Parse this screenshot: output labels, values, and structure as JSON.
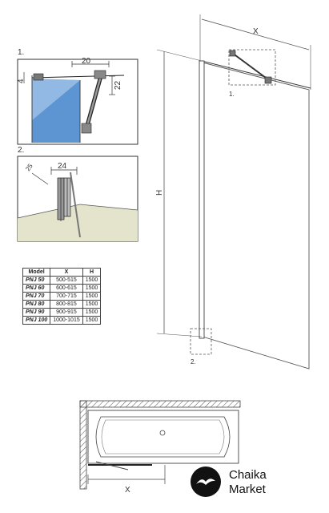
{
  "detail1": {
    "label": "1.",
    "dim_width": "20",
    "dim_height": "22",
    "dim_left": "4"
  },
  "detail2": {
    "label": "2.",
    "dim_width": "24",
    "dim_angle": "25"
  },
  "main": {
    "dim_x": "X",
    "dim_h": "H",
    "callout1": "1.",
    "callout2": "2."
  },
  "plan": {
    "dim_x": "X"
  },
  "table": {
    "headers": [
      "Model",
      "X",
      "H"
    ],
    "rows": [
      [
        "PNJ 50",
        "500-515",
        "1500"
      ],
      [
        "PNJ 60",
        "600-615",
        "1500"
      ],
      [
        "PNJ 70",
        "700-715",
        "1500"
      ],
      [
        "PNJ 80",
        "800-815",
        "1500"
      ],
      [
        "PNJ 90",
        "900-915",
        "1500"
      ],
      [
        "PNJ 100",
        "1000-1015",
        "1500"
      ]
    ]
  },
  "brand": {
    "line1": "Chaika",
    "line2": "Market"
  },
  "colors": {
    "glass": "#6fa3d8",
    "frame": "#555555",
    "floor": "#e6e6cf"
  }
}
